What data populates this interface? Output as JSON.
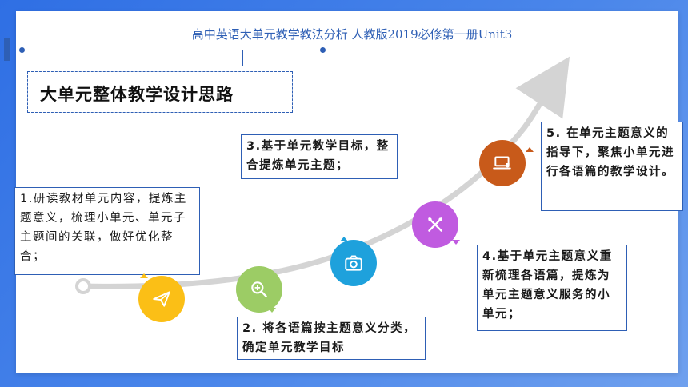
{
  "header": {
    "title": "高中英语大单元教学教法分析  人教版2019必修第一册Unit3"
  },
  "section": {
    "title": "大单元整体教学设计思路"
  },
  "steps": [
    {
      "text": "1.研读教材单元内容，提炼主题意义，梳理小单元、单元子主题间的关联，做好优化整合；"
    },
    {
      "text": "2. 将各语篇按主题意义分类，确定单元教学目标"
    },
    {
      "text": "3.基于单元教学目标，整合提炼单元主题；"
    },
    {
      "text": "4.基于单元主题意义重新梳理各语篇，提炼为单元主题意义服务的小单元；"
    },
    {
      "text": "5. 在单元主题意义的指导下，聚焦小单元进行各语篇的教学设计。"
    }
  ],
  "nodes": [
    {
      "icon": "paper-plane-icon",
      "color": "#fbbf16"
    },
    {
      "icon": "search-icon",
      "color": "#9ccc65"
    },
    {
      "icon": "camera-icon",
      "color": "#1ea1dc"
    },
    {
      "icon": "tools-icon",
      "color": "#c05be0"
    },
    {
      "icon": "laptop-icon",
      "color": "#c85a1a"
    }
  ]
}
